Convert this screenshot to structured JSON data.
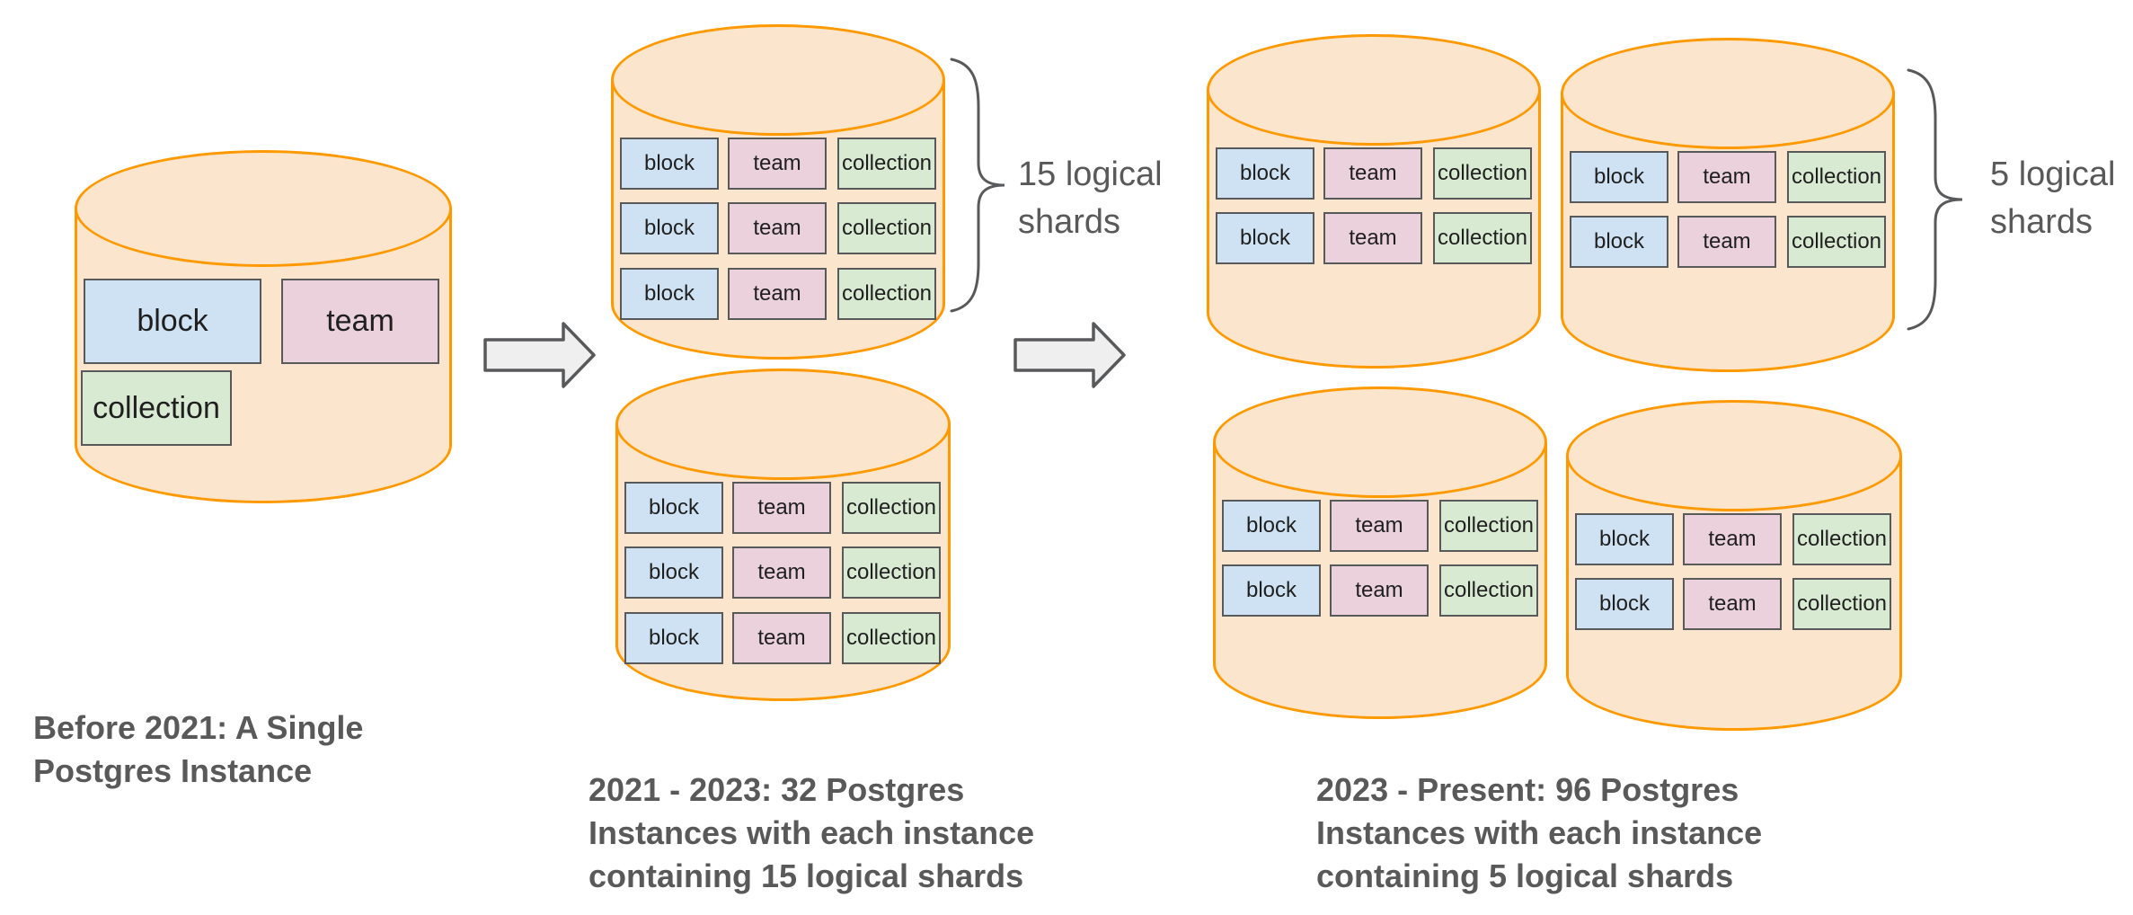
{
  "diagram": {
    "tables": [
      "block",
      "team",
      "collection"
    ],
    "stages": [
      {
        "caption_lines": [
          "Before 2021: A Single",
          "Postgres Instance"
        ]
      },
      {
        "caption_lines": [
          "2021 - 2023: 32 Postgres",
          "Instances with each instance",
          "containing 15 logical shards"
        ],
        "shard_annotation_lines": [
          "15 logical",
          "shards"
        ]
      },
      {
        "caption_lines": [
          "2023 - Present: 96 Postgres",
          "Instances with each instance",
          "containing 5 logical shards"
        ],
        "shard_annotation_lines": [
          "5 logical",
          "shards"
        ]
      }
    ],
    "colors": {
      "cylinder_fill": "#FCE5CD",
      "cylinder_stroke": "#FF9900",
      "block_fill": "#CFE2F3",
      "team_fill": "#EAD1DC",
      "collection_fill": "#D9EAD3",
      "box_stroke": "#58595B",
      "label_text": "#1F1F1F",
      "caption_text": "#595959",
      "arrow_fill": "#EFEFEF",
      "arrow_stroke": "#58595B"
    }
  }
}
